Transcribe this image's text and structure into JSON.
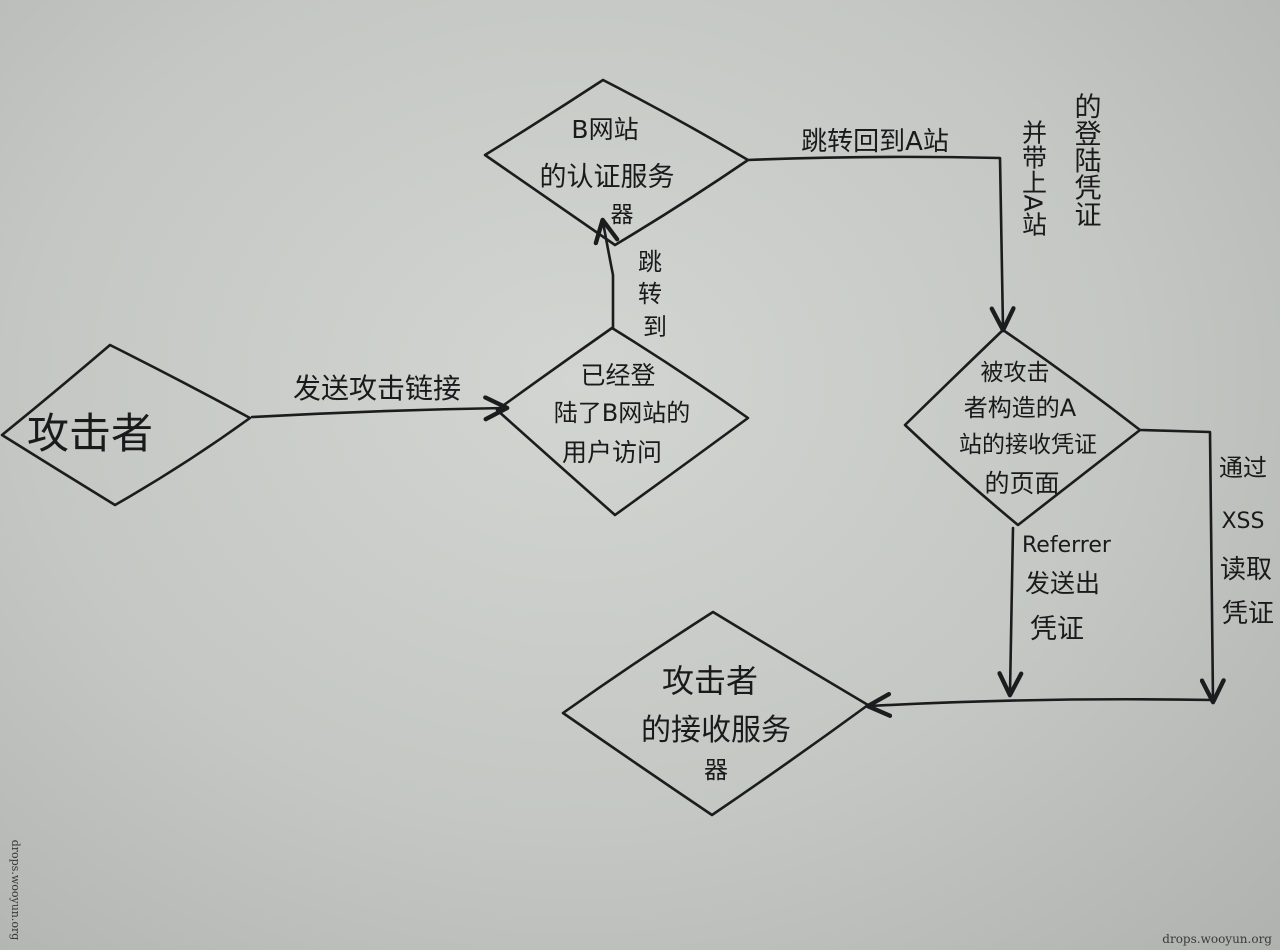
{
  "nodes": {
    "attacker": {
      "lines": [
        "攻击者"
      ]
    },
    "b_auth_server": {
      "lines": [
        "B网站",
        "的认证服务",
        "器"
      ]
    },
    "logged_in_user": {
      "lines": [
        "已经登",
        "陆了B网站的",
        "用户访问"
      ]
    },
    "a_callback_page": {
      "lines": [
        "被攻击",
        "者构造的A",
        "站的接收凭证",
        "的页面"
      ]
    },
    "attacker_receiver": {
      "lines": [
        "攻击者",
        "的接收服务",
        "器"
      ]
    }
  },
  "edges": {
    "send_link": {
      "lines": [
        "发送攻击链接"
      ]
    },
    "redirect_to_b": {
      "lines": [
        "跳",
        "转",
        "到"
      ]
    },
    "redirect_back_a_top": {
      "lines": [
        "跳转回到A站"
      ]
    },
    "with_a_credentials": {
      "columns": [
        "并带上A站",
        "的登陆凭证"
      ]
    },
    "referer_leak": {
      "lines": [
        "Referrer",
        "发送出",
        "凭证"
      ]
    },
    "xss_steal": {
      "lines": [
        "通过",
        "XSS",
        "读取",
        "凭证"
      ]
    }
  },
  "watermarks": {
    "bottom_right": "drops.wooyun.org",
    "left_edge": "drops.wooyun.org"
  }
}
